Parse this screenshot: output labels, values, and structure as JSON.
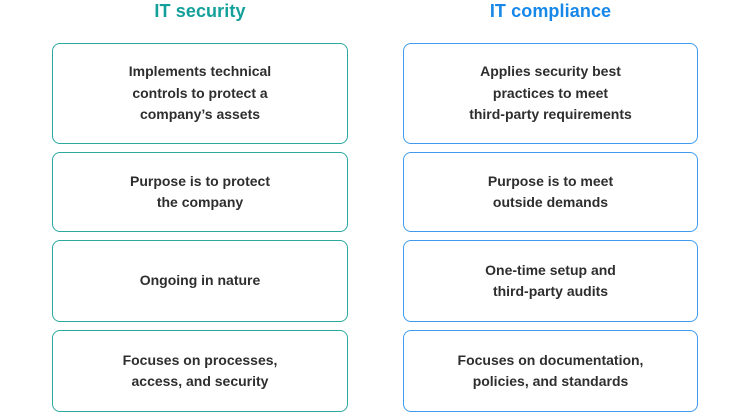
{
  "page": {
    "background_color": "#ffffff",
    "text_color": "#2E2E2E"
  },
  "columns": [
    {
      "id": "it-security",
      "title": "IT security",
      "accent_color": "#14A09A",
      "border_color": "#2BA8A0",
      "rows": [
        {
          "lines": [
            "Implements technical",
            "controls to protect a",
            "company’s assets"
          ]
        },
        {
          "lines": [
            "Purpose is to protect",
            "the company"
          ]
        },
        {
          "lines": [
            "Ongoing in nature"
          ]
        },
        {
          "lines": [
            "Focuses on processes,",
            "access, and security"
          ]
        }
      ]
    },
    {
      "id": "it-compliance",
      "title": "IT compliance",
      "accent_color": "#1787E8",
      "border_color": "#3F9BEE",
      "rows": [
        {
          "lines": [
            "Applies security best",
            "practices to meet",
            "third-party requirements"
          ]
        },
        {
          "lines": [
            "Purpose is to meet",
            "outside demands"
          ]
        },
        {
          "lines": [
            "One-time setup and",
            "third-party audits"
          ]
        },
        {
          "lines": [
            "Focuses on documentation,",
            "policies, and standards"
          ]
        }
      ]
    }
  ]
}
